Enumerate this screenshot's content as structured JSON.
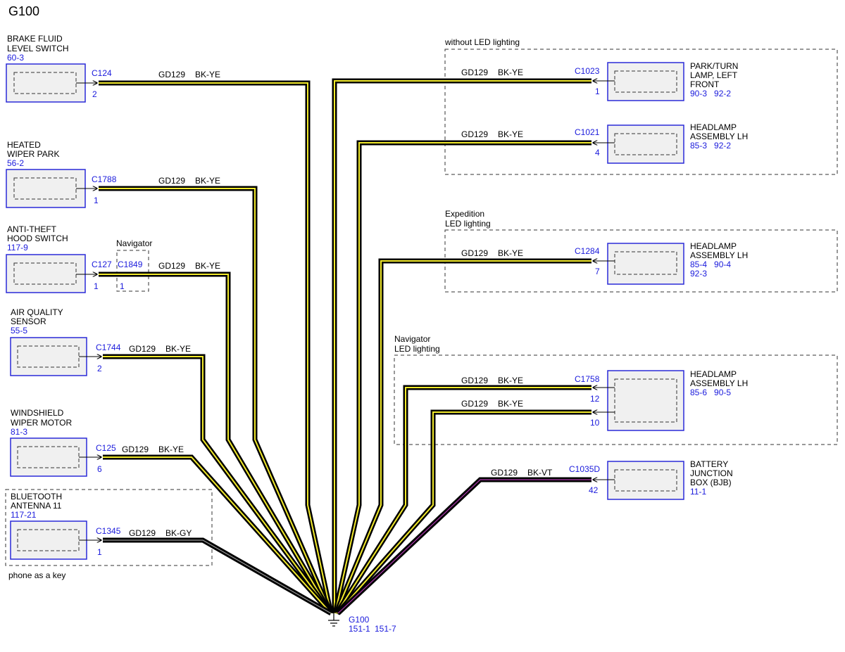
{
  "title": "G100",
  "colors": {
    "wire_bk_ye_outer": "#000000",
    "wire_bk_ye_inner": "#f2ea2a",
    "wire_bk_vt_inner": "#b23ab2",
    "wire_bk_gy_inner": "#9a9a9a",
    "component_border": "#2a2ad8",
    "ref_text": "#1a1adc"
  },
  "ground": {
    "name": "G100",
    "ref1": "151-1",
    "ref2": "151-7",
    "icon": "ground-icon"
  },
  "groups": {
    "without_led": "without LED lighting",
    "expedition_led_1": "Expedition",
    "expedition_led_2": "LED lighting",
    "navigator_led_1": "Navigator",
    "navigator_led_2": "LED lighting",
    "phone_key": "phone as a key",
    "navigator_option": "Navigator"
  },
  "left_components": [
    {
      "name_lines": [
        "BRAKE FLUID",
        "LEVEL SWITCH"
      ],
      "ref": "60-3",
      "connector": "C124",
      "pin": "2",
      "circuit": "GD129",
      "color_code": "BK-YE"
    },
    {
      "name_lines": [
        "HEATED",
        "WIPER PARK"
      ],
      "ref": "56-2",
      "connector": "C1788",
      "pin": "1",
      "circuit": "GD129",
      "color_code": "BK-YE"
    },
    {
      "name_lines": [
        "ANTI-THEFT",
        "HOOD SWITCH"
      ],
      "ref": "117-9",
      "connector": "C127",
      "pin": "1",
      "inline_connector": "C1849",
      "inline_pin": "1",
      "circuit": "GD129",
      "color_code": "BK-YE"
    },
    {
      "name_lines": [
        "AIR QUALITY",
        "SENSOR"
      ],
      "ref": "55-5",
      "connector": "C1744",
      "pin": "2",
      "circuit": "GD129",
      "color_code": "BK-YE"
    },
    {
      "name_lines": [
        "WINDSHIELD",
        "WIPER MOTOR"
      ],
      "ref": "81-3",
      "connector": "C125",
      "pin": "6",
      "circuit": "GD129",
      "color_code": "BK-YE"
    },
    {
      "name_lines": [
        "BLUETOOTH",
        "ANTENNA 11"
      ],
      "ref": "117-21",
      "connector": "C1345",
      "pin": "1",
      "circuit": "GD129",
      "color_code": "BK-GY"
    }
  ],
  "right_components": [
    {
      "name_lines": [
        "PARK/TURN",
        "LAMP, LEFT",
        "FRONT"
      ],
      "refs": [
        "90-3   92-2"
      ],
      "connector": "C1023",
      "pin": "1",
      "circuit": "GD129",
      "color_code": "BK-YE"
    },
    {
      "name_lines": [
        "HEADLAMP",
        "ASSEMBLY LH"
      ],
      "refs": [
        "85-3   92-2"
      ],
      "connector": "C1021",
      "pin": "4",
      "circuit": "GD129",
      "color_code": "BK-YE"
    },
    {
      "name_lines": [
        "HEADLAMP",
        "ASSEMBLY LH"
      ],
      "refs": [
        "85-4   90-4",
        "92-3"
      ],
      "connector": "C1284",
      "pin": "7",
      "circuit": "GD129",
      "color_code": "BK-YE"
    },
    {
      "name_lines": [
        "HEADLAMP",
        "ASSEMBLY LH"
      ],
      "refs": [
        "85-6   90-5"
      ],
      "connector": "C1758",
      "pin_a": "12",
      "pin_b": "10",
      "circuit": "GD129",
      "color_code": "BK-YE",
      "circuit_b": "GD129",
      "color_code_b": "BK-YE"
    },
    {
      "name_lines": [
        "BATTERY",
        "JUNCTION",
        "BOX (BJB)"
      ],
      "refs": [
        "11-1"
      ],
      "connector": "C1035D",
      "pin": "42",
      "circuit": "GD129",
      "color_code": "BK-VT"
    }
  ]
}
